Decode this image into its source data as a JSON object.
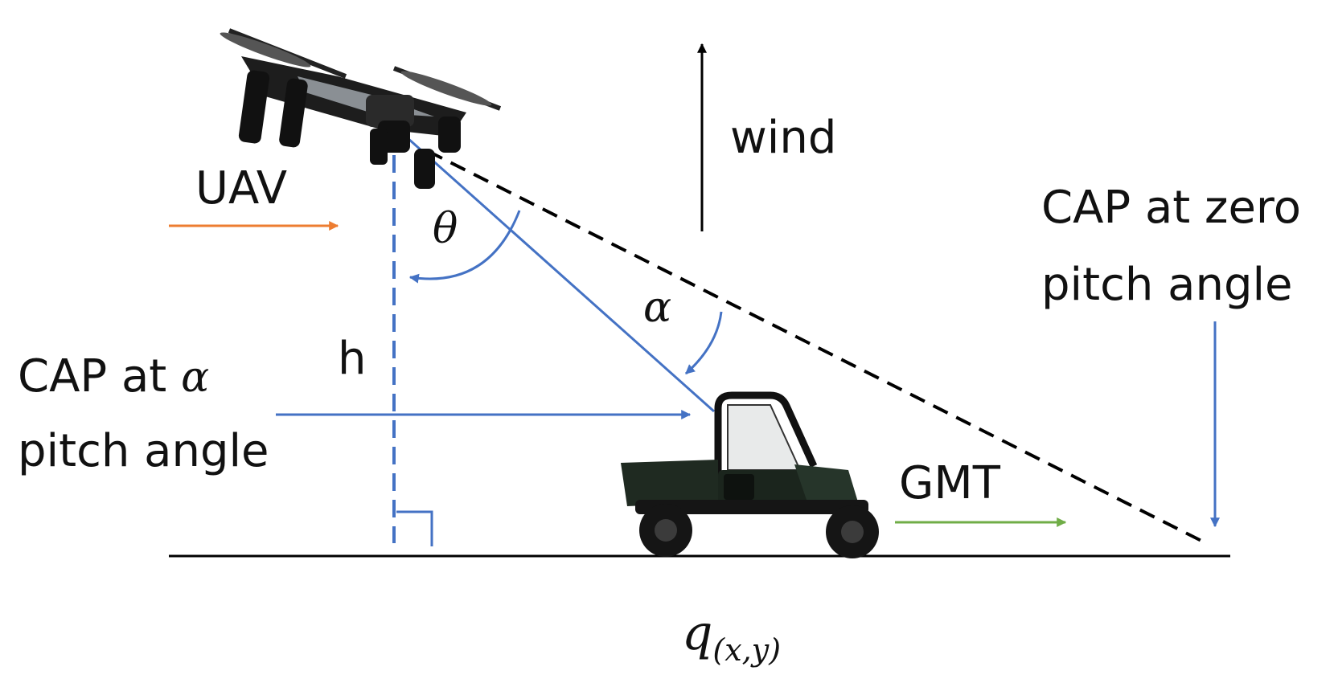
{
  "labels": {
    "uav": "UAV",
    "wind": "wind",
    "theta": "θ",
    "alpha": "α",
    "h": "h",
    "cap_alpha_line1_prefix": "CAP at ",
    "cap_alpha_line1_symbol": "α",
    "cap_alpha_line2": "pitch angle",
    "cap_zero_line1": "CAP at zero",
    "cap_zero_line2": "pitch angle",
    "gmt": "GMT",
    "q_main": "q",
    "q_sub": "(x,y)"
  },
  "colors": {
    "uav_arrow": "#ED7D31",
    "blue": "#4472C4",
    "gmt_arrow": "#70AD47",
    "black": "#000000"
  },
  "icons": {
    "uav": "quadcopter-drone-icon",
    "vehicle": "utility-vehicle-icon"
  }
}
